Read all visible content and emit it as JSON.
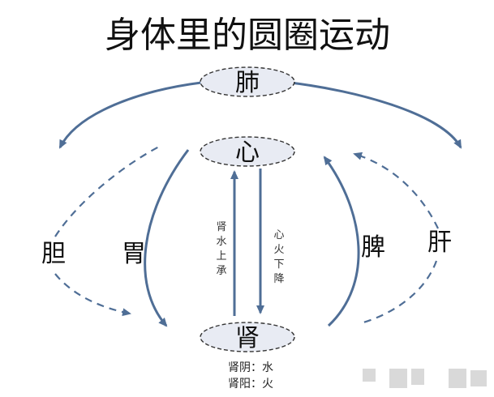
{
  "title": "身体里的圆圈运动",
  "nodes": {
    "lung": "肺",
    "heart": "心",
    "kidney": "肾"
  },
  "side_labels": {
    "gallbladder": "胆",
    "stomach": "胃",
    "spleen": "脾",
    "liver": "肝"
  },
  "vertical_labels": {
    "up": [
      "肾",
      "水",
      "上",
      "承"
    ],
    "down": [
      "心",
      "火",
      "下",
      "降"
    ]
  },
  "kidney_notes": [
    "肾阴：水",
    "肾阳：火"
  ],
  "colors": {
    "arrow": "#4f6e96",
    "node_fill": "#e8ebf3",
    "text": "#111111"
  }
}
